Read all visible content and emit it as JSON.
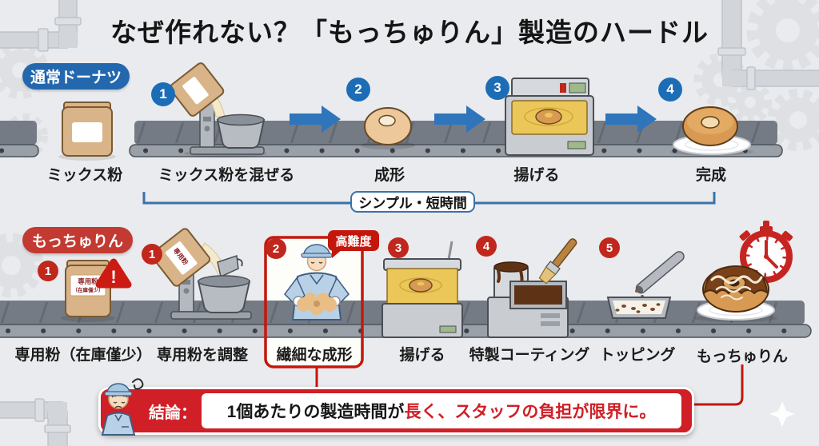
{
  "title": "なぜ作れない？「もっちゅりん」製造のハードル",
  "colors": {
    "background": "#e9ebee",
    "blue_accent": "#2368ae",
    "blue_number": "#1d6db6",
    "red_accent": "#c4170c",
    "red_number": "#c0271d",
    "banner_red": "#d01f26"
  },
  "normal_line": {
    "label": "通常ドーナツ",
    "material_caption": "ミックス粉",
    "steps": [
      {
        "num": "1",
        "caption": "ミックス粉を混ぜる"
      },
      {
        "num": "2",
        "caption": "成形"
      },
      {
        "num": "3",
        "caption": "揚げる"
      },
      {
        "num": "4",
        "caption": "完成"
      }
    ],
    "summary_label": "シンプル・短時間"
  },
  "mocchurin_line": {
    "label": "もっちゅりん",
    "bag_label_line1": "専用粉",
    "bag_label_line2": "（在庫僅少）",
    "warning_mark": "!",
    "difficulty_badge": "高難度",
    "steps": [
      {
        "num": "1",
        "caption": "専用粉（在庫僅少）"
      },
      {
        "num": "1",
        "caption": "専用粉を調整"
      },
      {
        "num": "2",
        "caption": "繊細な成形"
      },
      {
        "num": "3",
        "caption": "揚げる"
      },
      {
        "num": "4",
        "caption": "特製コーティング"
      },
      {
        "num": "5",
        "caption": "トッピング"
      }
    ],
    "result_caption": "もっちゅりん"
  },
  "conclusion": {
    "label": "結論：",
    "text_black": "1個あたりの製造時間が",
    "text_red": "長く、スタッフの負担が限界に。"
  }
}
